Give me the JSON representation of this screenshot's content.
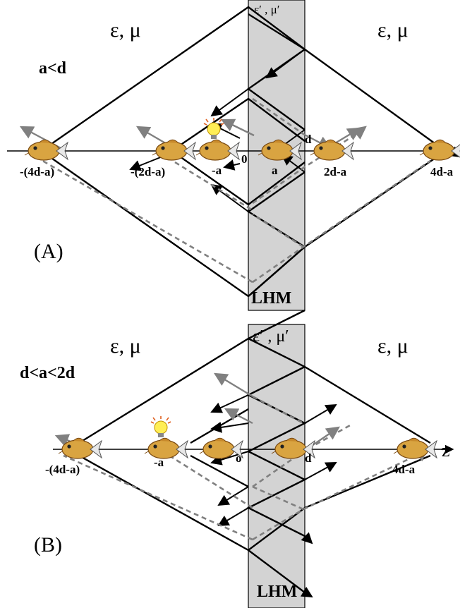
{
  "panel_a": {
    "medium_left": "ε, μ",
    "medium_right": "ε, μ",
    "slab_medium": "ε′ , μ′",
    "condition": "a<d",
    "panel_label": "(A)",
    "slab_label": "LHM",
    "origin": "0",
    "d_mark": "d",
    "positions": {
      "neg_4d_a": "-(4d-a)",
      "neg_2d_a": "-(2d-a)",
      "neg_a": "-a",
      "a": "a",
      "pos_2d_a": "2d-a",
      "pos_4d_a": "4d-a"
    }
  },
  "panel_b": {
    "medium_left": "ε, μ",
    "medium_right": "ε, μ",
    "slab_medium": "ε′ , μ′",
    "condition": "d<a<2d",
    "panel_label": "(B)",
    "slab_label": "LHM",
    "origin": "o",
    "d_mark": "d",
    "axis": "z",
    "positions": {
      "neg_4d_a": "-(4d-a)",
      "neg_a": "-a",
      "pos_4d_a": "4d-a"
    }
  },
  "colors": {
    "slab": "#d3d3d3",
    "ray": "#000000",
    "dashed_ray": "#808080",
    "fish_body": "#d9a441",
    "bulb": "#ffee55"
  },
  "icons": [
    "fish-icon",
    "light-bulb-icon",
    "arrow-icon"
  ]
}
